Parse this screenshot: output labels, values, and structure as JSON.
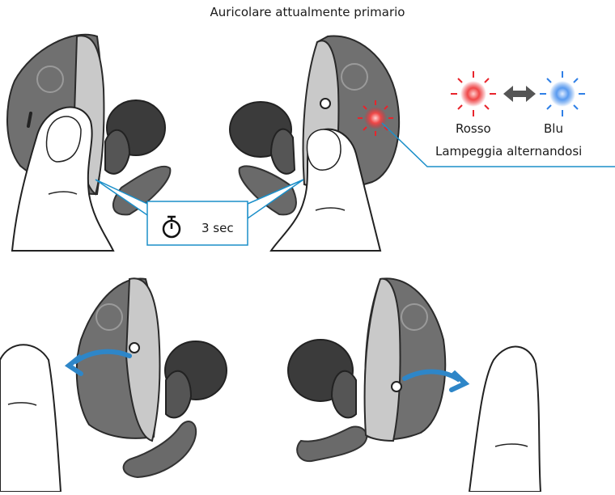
{
  "title": "Auricolare attualmente primario",
  "led_colors": {
    "red_label": "Rosso",
    "blue_label": "Blu",
    "caption": "Lampeggia alternandosi",
    "red": "#e8242c",
    "blue": "#2f7fe6",
    "callout_line": "#1b8fc9"
  },
  "timer": {
    "icon": "stopwatch-icon",
    "label": "3 sec"
  },
  "illustration": {
    "top_row": "press-and-hold-both-earbuds",
    "bottom_row": "release-fingers",
    "arrow_color": "#2e86c8"
  }
}
